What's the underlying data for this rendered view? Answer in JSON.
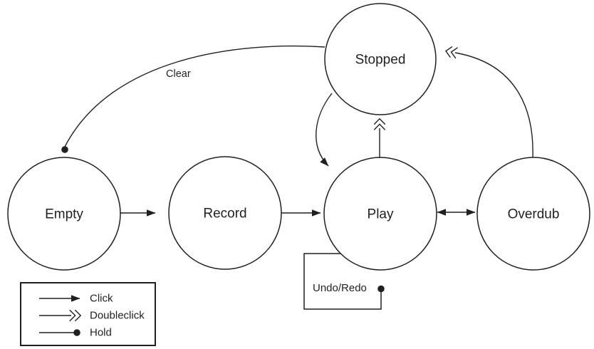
{
  "diagram": {
    "type": "state-machine",
    "nodes": [
      {
        "id": "stopped",
        "label": "Stopped"
      },
      {
        "id": "empty",
        "label": "Empty"
      },
      {
        "id": "record",
        "label": "Record"
      },
      {
        "id": "play",
        "label": "Play"
      },
      {
        "id": "overdub",
        "label": "Overdub"
      }
    ],
    "edges": [
      {
        "from": "empty",
        "to": "record",
        "action": "Click"
      },
      {
        "from": "record",
        "to": "play",
        "action": "Click"
      },
      {
        "from": "play",
        "to": "overdub",
        "action": "Click",
        "bidirectional": true
      },
      {
        "from": "play",
        "to": "stopped",
        "action": "Doubleclick"
      },
      {
        "from": "overdub",
        "to": "stopped",
        "action": "Doubleclick"
      },
      {
        "from": "stopped",
        "to": "play",
        "action": "Click"
      },
      {
        "from": "stopped",
        "to": "empty",
        "action": "Hold",
        "label": "Clear"
      },
      {
        "from": "play",
        "to": "play",
        "action": "Hold",
        "label": "Undo/Redo"
      }
    ]
  },
  "legend": {
    "items": [
      {
        "icon": "single-arrow",
        "label": "Click"
      },
      {
        "icon": "double-chevron-arrow",
        "label": "Doubleclick"
      },
      {
        "icon": "line-with-dot",
        "label": "Hold"
      }
    ]
  },
  "colors": {
    "ink": "#231f20",
    "background": "#ffffff"
  }
}
